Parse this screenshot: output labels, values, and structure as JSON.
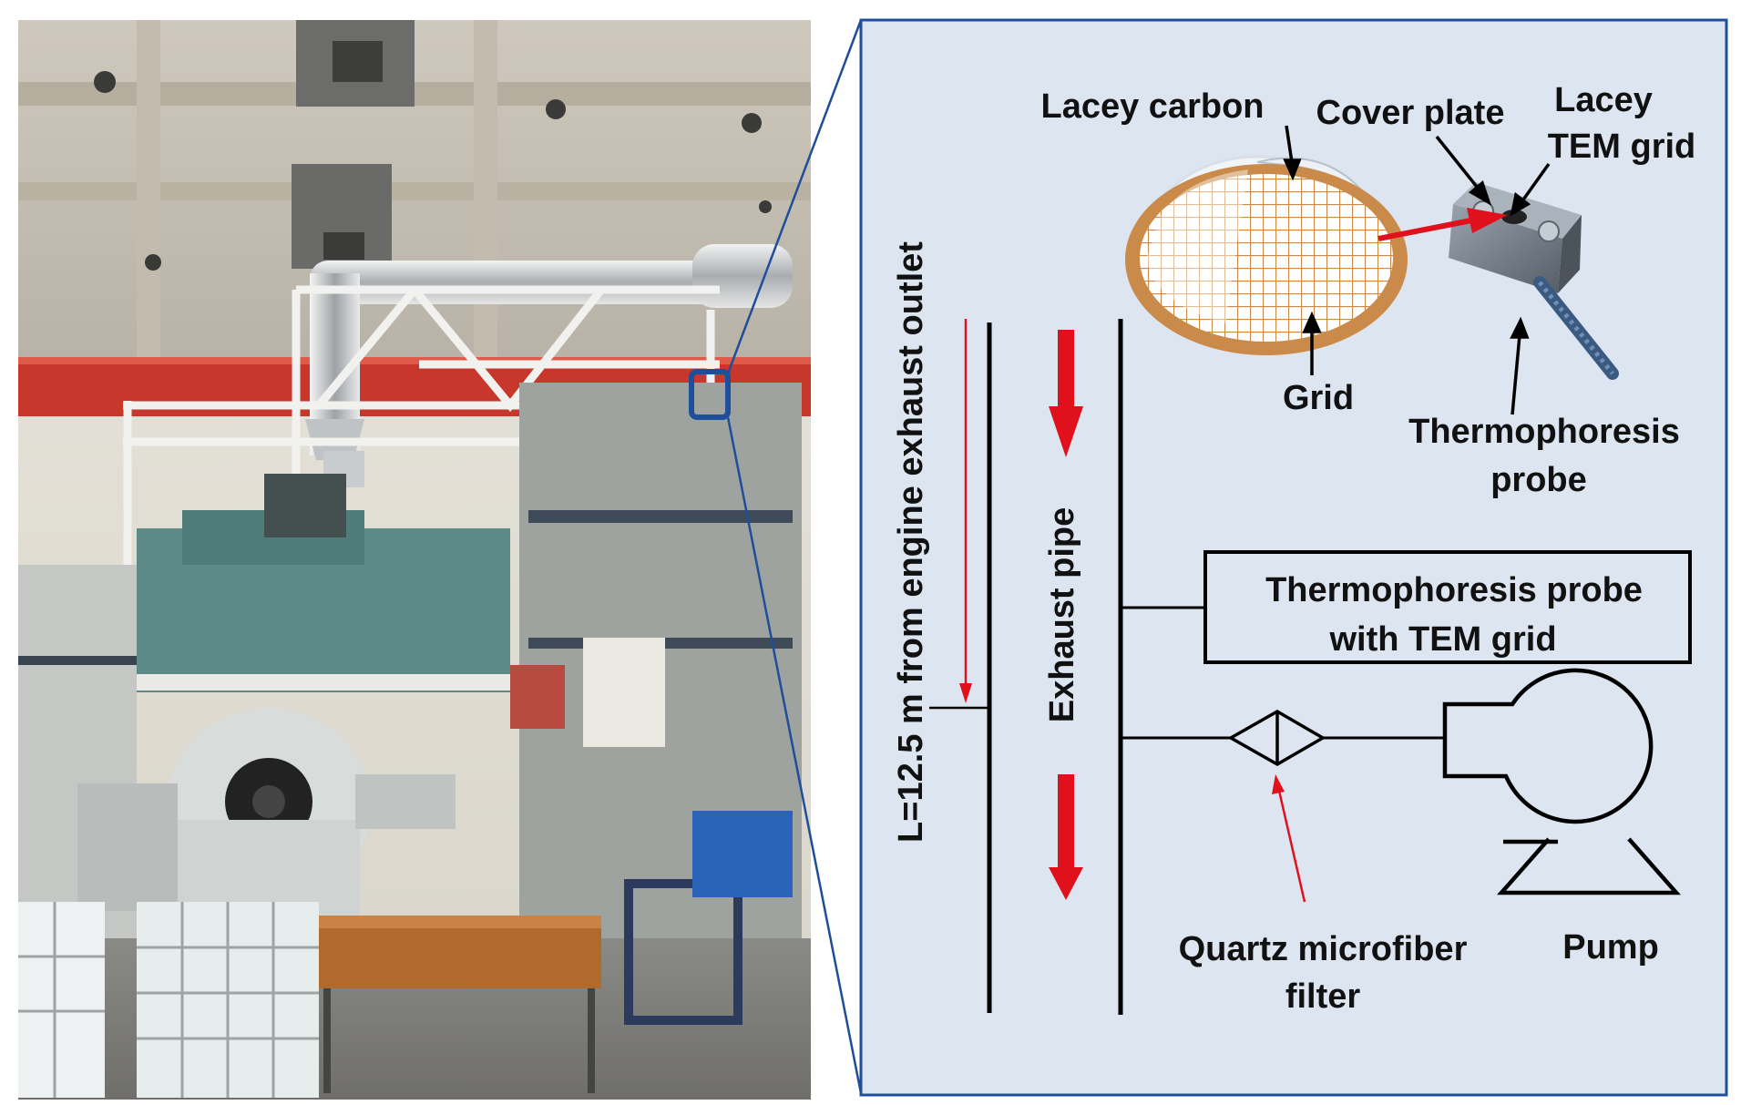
{
  "labels": {
    "lacey_carbon": "Lacey carbon",
    "cover_plate": "Cover plate",
    "lacey_tem_grid_line1": "Lacey",
    "lacey_tem_grid_line2": "TEM grid",
    "grid": "Grid",
    "thermo_probe_line1": "Thermophoresis",
    "thermo_probe_line2": "probe",
    "distance": "L=12.5 m from engine exhaust outlet",
    "exhaust_pipe": "Exhaust pipe",
    "probe_box_line1": "Thermophoresis probe",
    "probe_box_line2": "with TEM grid",
    "filter_line1": "Quartz microfiber",
    "filter_line2": "filter",
    "pump": "Pump"
  },
  "colors": {
    "panel_bg": "#dde5f0",
    "panel_border": "#1f4e9a",
    "red_arrow": "#e0101c",
    "copper": "#c98a4a",
    "probe_body": "#6d7783"
  }
}
